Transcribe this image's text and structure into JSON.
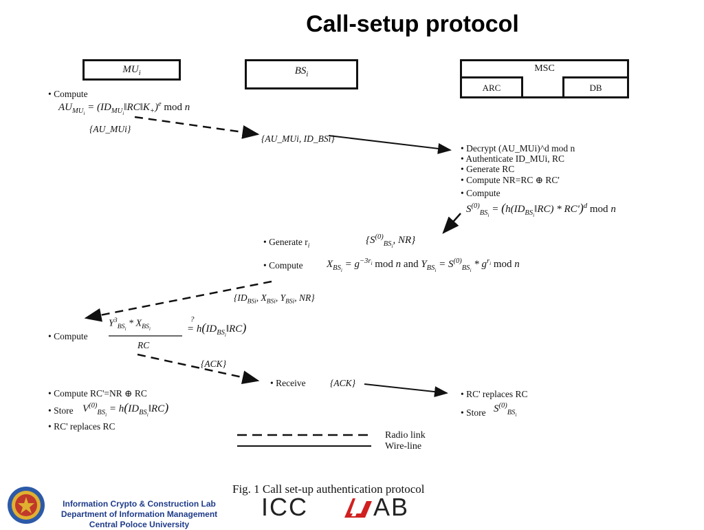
{
  "title": "Call-setup protocol",
  "entities": {
    "mu": "MU",
    "bs": "BS",
    "msc": "MSC",
    "arc": "ARC",
    "db": "DB"
  },
  "mu_step1": {
    "bullet": "• Compute",
    "formula": "AU_MU_i = (ID_MU_i || RC || K_+)^e mod n",
    "message": "{AU_MUi}"
  },
  "bs_forward": "{AU_MUi, ID_BSi}",
  "msc_steps": [
    "• Decrypt (AU_MUi)^d mod n",
    "• Authenticate ID_MUi, RC",
    "• Generate RC",
    "• Compute NR=RC ⊕ RC'",
    "• Compute"
  ],
  "msc_formula": "S_BSi^(0) = (h(ID_BSi || RC) * RC')^d mod n",
  "bs_steps": {
    "generate": "• Generate r",
    "message_from_msc": "{S_BSi^(0), NR}",
    "compute": "• Compute",
    "formula": "X_BSi = g^(-3r_i) mod n and Y_BSi = S_BSi^(0) * g^(r_i) mod n",
    "message_to_mu": "{ID_BSi, X_BSi, Y_BSi, NR}"
  },
  "mu_step2": {
    "bullet": "• Compute",
    "numerator": "Y_BSi^3 * X_BSi",
    "denominator": "RC",
    "rhs": "?= h(ID_BSi || RC)",
    "ack": "{ACK}"
  },
  "bs_receive": {
    "bullet": "• Receive",
    "ack": "{ACK}"
  },
  "mu_final": [
    "• Compute RC'=NR ⊕ RC",
    "• Store",
    "• RC' replaces RC"
  ],
  "mu_store_formula": "V_BSi^(0) = h(ID_BSi || RC)",
  "msc_final": [
    "• RC' replaces RC",
    "• Store"
  ],
  "msc_store_formula": "S_BSi^(0)",
  "legend": {
    "radio": "Radio link",
    "wire": "Wire-line"
  },
  "caption": "Fig. 1 Call set-up authentication protocol",
  "footer": {
    "line1": "Information Crypto & Construction Lab",
    "line2": "Department of Information Management",
    "line3": "Central Poloce University",
    "logo_left": "ICC",
    "logo_right": "AB"
  },
  "colors": {
    "footer_text": "#1f3c8a",
    "seal_red": "#c0392b",
    "seal_gold": "#e0b030",
    "logo_red": "#d02020"
  }
}
